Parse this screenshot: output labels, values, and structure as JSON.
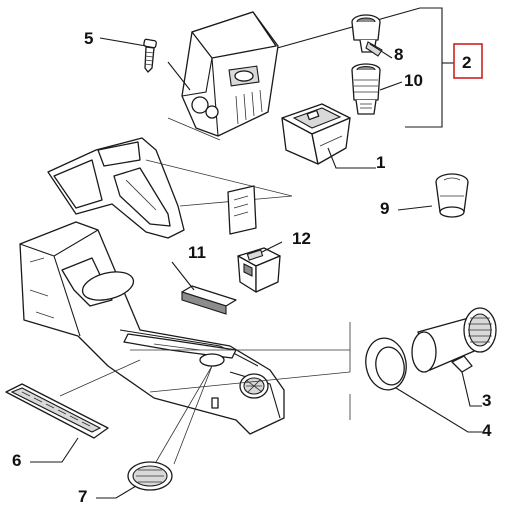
{
  "colors": {
    "callout_border": "#cc2222",
    "line": "#1a1a1a",
    "shade": "#d9d9d9"
  },
  "labels": {
    "n1": "1",
    "n2": "2",
    "n3": "3",
    "n4": "4",
    "n5": "5",
    "n6": "6",
    "n7": "7",
    "n8": "8",
    "n9": "9",
    "n10": "10",
    "n11": "11",
    "n12": "12"
  }
}
